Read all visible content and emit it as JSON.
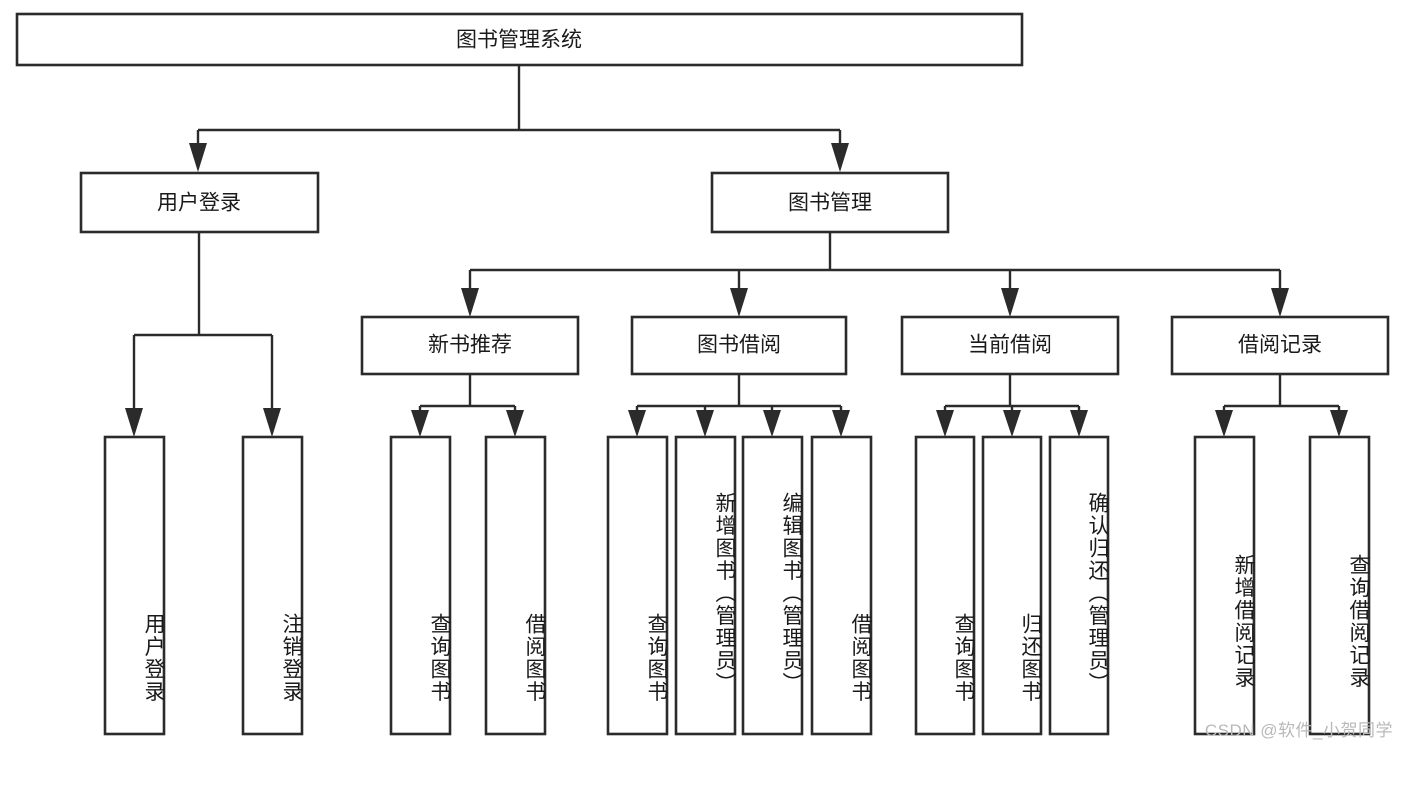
{
  "diagram": {
    "type": "hierarchy-tree",
    "title": "图书管理系统",
    "orientation": "top-down",
    "colors": {
      "box_fill": "#ffffff",
      "box_stroke": "#2b2b2b",
      "text": "#1a1a1a",
      "watermark": "#b9b9b9",
      "background": "#ffffff"
    },
    "root": {
      "label": "图书管理系统"
    },
    "level2": [
      {
        "label": "用户登录"
      },
      {
        "label": "图书管理"
      }
    ],
    "level3": [
      {
        "label": "新书推荐"
      },
      {
        "label": "图书借阅"
      },
      {
        "label": "当前借阅"
      },
      {
        "label": "借阅记录"
      }
    ],
    "leaves": {
      "user_login": [
        {
          "label": "用户登录"
        },
        {
          "label": "注销登录"
        }
      ],
      "new_book_recommend": [
        {
          "label": "查询图书"
        },
        {
          "label": "借阅图书"
        }
      ],
      "book_borrow": [
        {
          "label": "查询图书"
        },
        {
          "label": "新增图书（管理员）"
        },
        {
          "label": "编辑图书（管理员）"
        },
        {
          "label": "借阅图书"
        }
      ],
      "current_borrow": [
        {
          "label": "查询图书"
        },
        {
          "label": "归还图书"
        },
        {
          "label": "确认归还（管理员）"
        }
      ],
      "borrow_record": [
        {
          "label": "新增借阅记录"
        },
        {
          "label": "查询借阅记录"
        }
      ]
    }
  },
  "watermark": {
    "text": "CSDN @软件_小贺同学"
  }
}
